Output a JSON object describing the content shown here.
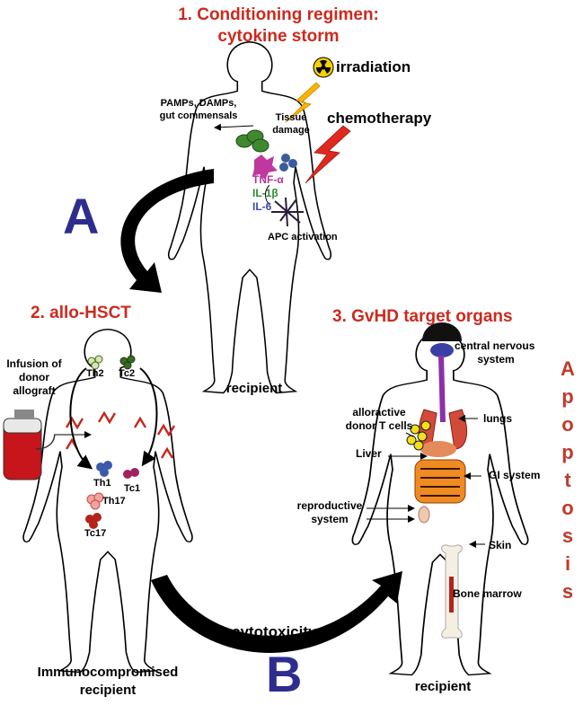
{
  "colors": {
    "title_red": "#cc2a1e",
    "letter_blue": "#2e2d8f",
    "apoptosis_red": "#c0392b",
    "tnf": "#b0359a",
    "il1": "#2e8b2e",
    "il6": "#3b4ca8"
  },
  "panel1": {
    "title_line1": "1. Conditioning regimen:",
    "title_line2": "cytokine storm",
    "irradiation": "irradiation",
    "chemotherapy": "chemotherapy",
    "pamps_line1": "PAMPs, DAMPs,",
    "pamps_line2": "gut commensals",
    "tissue_line1": "Tissue",
    "tissue_line2": "damage",
    "tnf": "TNF-α",
    "il1": "IL-1β",
    "il6": "IL-6",
    "apc": "APC activation",
    "recipient": "recipient",
    "icons": [
      "radiation-icon",
      "lightning-bolt-icon"
    ]
  },
  "panel2": {
    "title": "2. allo-HSCT",
    "infusion_line1": "Infusion of",
    "infusion_line2": "donor",
    "infusion_line3": "allograft",
    "cells": [
      "Th2",
      "Tc2",
      "Th1",
      "Tc1",
      "Th17",
      "Tc17"
    ],
    "footer_line1": "Immunocompromised",
    "footer_line2": "recipient",
    "icons": [
      "blood-bag-icon"
    ]
  },
  "panel3": {
    "title": "3. GvHD target organs",
    "cns_line1": "central nervous",
    "cns_line2": "system",
    "alloreactive_line1": "alloractive",
    "alloreactive_line2": "donor T cells",
    "lungs": "lungs",
    "liver": "Liver",
    "gi": "GI system",
    "repro_line1": "reproductive",
    "repro_line2": "system",
    "skin": "Skin",
    "bone_marrow": "Bone marrow",
    "recipient": "recipient",
    "apoptosis": [
      "A",
      "p",
      "o",
      "p",
      "t",
      "o",
      "s",
      "i",
      "s"
    ]
  },
  "arrows": {
    "letter_a": "A",
    "letter_b": "B",
    "cytotoxicity": "cytotoxicity"
  }
}
